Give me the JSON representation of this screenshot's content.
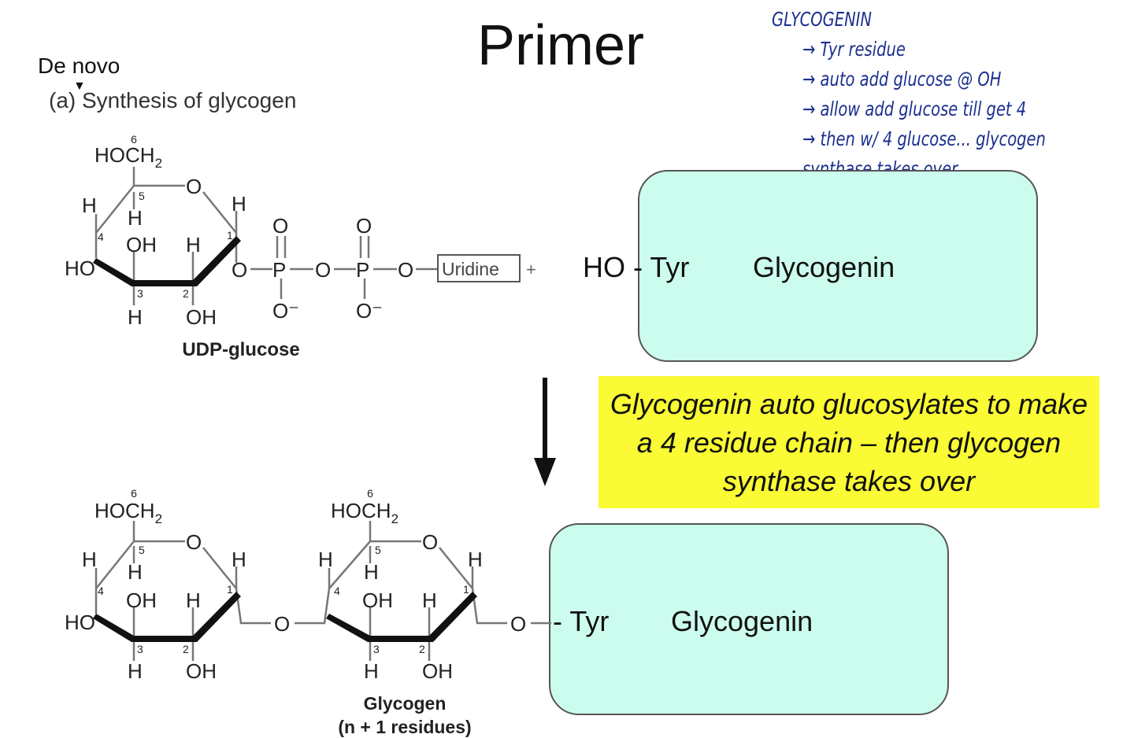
{
  "page": {
    "title": "Primer",
    "de_novo": "De novo",
    "section_label": "(a) Synthesis of glycogen"
  },
  "notes": {
    "lines": [
      "GLYCOGENIN",
      "→ Tyr residue",
      "→ auto add glucose @ OH",
      "→ allow add glucose till get 4",
      "→ then w/ 4 glucose... glycogen",
      "synthase takes over"
    ]
  },
  "chemistry": {
    "top_molecule_name": "UDP-glucose",
    "bottom_molecule_name": "Glycogen",
    "bottom_molecule_subtitle": "(n + 1 residues)",
    "uridine_label": "Uridine",
    "plus_sign": "+",
    "atoms": {
      "hoch2": "HOCH",
      "hoch2_sub": "2",
      "ring_o": "O",
      "h": "H",
      "oh": "OH",
      "ho": "HO",
      "o": "O",
      "p": "P",
      "o_minus": "O⁻",
      "c1": "1",
      "c2": "2",
      "c3": "3",
      "c4": "4",
      "c5": "5",
      "c6": "6"
    }
  },
  "top_protein": {
    "prefix": "HO - Tyr",
    "name": "Glycogenin"
  },
  "bottom_protein": {
    "prefix": "- Tyr",
    "name": "Glycogenin"
  },
  "callout": {
    "text": "Glycogenin auto glucosylates to make a 4 residue chain – then glycogen synthase takes over"
  },
  "colors": {
    "protein_fill": "#ccfcee",
    "callout_fill": "#fafa35",
    "handwriting": "#1b2f8f"
  }
}
